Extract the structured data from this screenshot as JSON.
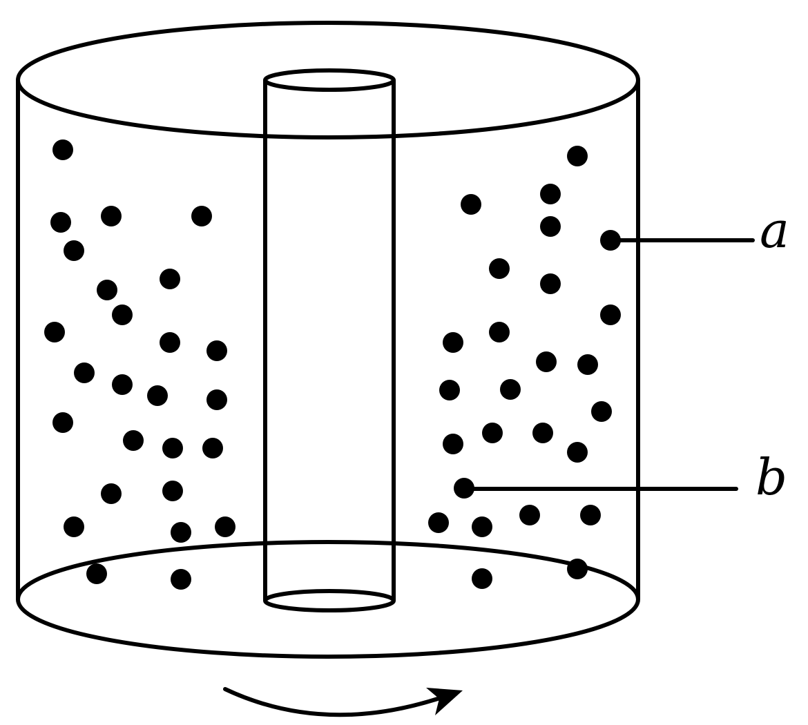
{
  "diagram": {
    "labels": {
      "a": "a",
      "b": "b"
    },
    "colors": {
      "stroke": "#000000",
      "fill": "#ffffff",
      "particle": "#000000"
    },
    "elements": {
      "outer_cylinder": "outer-cylinder",
      "inner_rod": "inner-rod",
      "particles": "particles",
      "rotation_arrow": "rotation-arrow"
    }
  }
}
